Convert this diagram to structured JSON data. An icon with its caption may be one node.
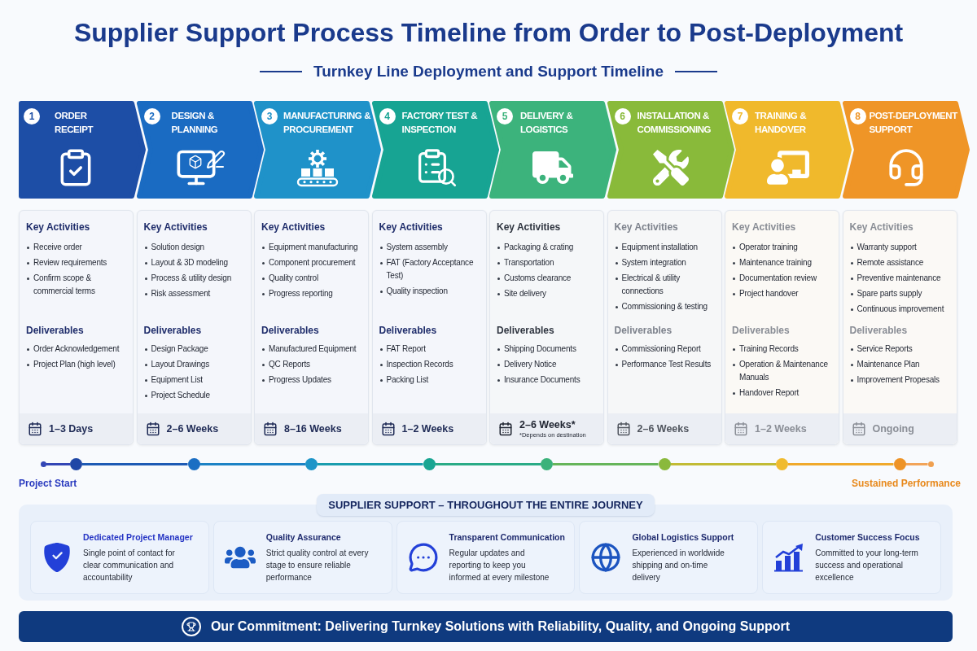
{
  "diagram": {
    "title": "Supplier Support Process Timeline from Order to Post-Deployment",
    "nodes": [
      {
        "text": [
          "1",
          "ORDER RECEIPT"
        ]
      },
      {
        "text": [
          "2",
          "DESIGN & PLANNING"
        ]
      },
      {
        "text": [
          "3",
          "MANUFACTURING & PROCUREMENT"
        ]
      },
      {
        "text": [
          "4",
          "FACTORY TEST & INSPECTION"
        ]
      },
      {
        "text": [
          "5",
          "DELIVERY & LOGISTICS"
        ]
      },
      {
        "text": [
          "6",
          "INSTALLATION & COMMISSIONING"
        ]
      },
      {
        "text": [
          "7",
          "TRAINING & HANDOVER"
        ]
      },
      {
        "text": [
          "8",
          "POST-DEPLOYMENT SUPPORT"
        ]
      },
      {
        "text": [
          "Key Activities",
          "Receive order",
          "Review requirements",
          "Confirm scope & commercial terms",
          "Deliverables",
          "Order Acknowledgement",
          "Project Plan (high level)"
        ]
      },
      {
        "text": [
          "1–3 Days"
        ],
        "in": 8
      },
      {
        "text": [
          "Key Activities",
          "Solution design",
          "Layout & 3D modeling",
          "Process & utility design",
          "Risk assessment",
          "Deliverables",
          "Design Package",
          "Layout Drawings",
          "Equipment List",
          "Project Schedule"
        ]
      },
      {
        "text": [
          "2–6 Weeks"
        ],
        "in": 10
      },
      {
        "text": [
          "Key Activities",
          "Equipment manufacturing",
          "Component procurement",
          "Quality control",
          "Progress reporting",
          "Deliverables",
          "Manufactured Equipment",
          "QC Reports",
          "Progress Updates"
        ]
      },
      {
        "text": [
          "8–16 Weeks"
        ],
        "in": 12
      },
      {
        "text": [
          "Key Activities",
          "System assembly",
          "FAT (Factory Acceptance Test)",
          "Quality inspection",
          "Deliverables",
          "FAT Report",
          "Inspection Records",
          "Packing List"
        ]
      },
      {
        "text": [
          "1–2 Weeks"
        ],
        "in": 14
      },
      {
        "text": [
          "Key Activities",
          "Packaging & crating",
          "Transportation",
          "Customs clearance",
          "Site delivery",
          "Deliverables",
          "Shipping Documents",
          "Delivery Notice",
          "Insurance Documents"
        ]
      },
      {
        "text": [
          "2–6 Weeks*",
          "*Depends on destination"
        ],
        "in": 16
      },
      {
        "text": [
          "Key Activities",
          "Equipment installation",
          "System integration",
          "Electrical & utility connections",
          "Commissioning & testing",
          "Deliverables",
          "Commissioning Report",
          "Performance Test Results"
        ]
      },
      {
        "text": [
          "2–6 Weeks"
        ],
        "in": 18
      },
      {
        "text": [
          "Key Activities",
          "Operator training",
          "Maintenance training",
          "Documentation review",
          "Project handover",
          "Deliverables",
          "Training Records",
          "Operation & Maintenance Manuals",
          "Handover Report"
        ]
      },
      {
        "text": [
          "1–2 Weeks"
        ],
        "in": 20
      },
      {
        "text": [
          "Key Activities",
          "Warranty support",
          "Remote assistance",
          "Preventive maintenance",
          "Spare parts supply",
          "Continuous improvement",
          "Deliverables",
          "Service Reports",
          "Maintenance Plan",
          "Improvement Propesals"
        ]
      },
      {
        "text": [
          "Ongoing"
        ],
        "in": 22
      },
      {
        "text": [],
        "shape": "circle"
      },
      {
        "text": [],
        "shape": "circle"
      },
      {
        "text": [],
        "shape": "circle"
      },
      {
        "text": [],
        "shape": "circle"
      },
      {
        "text": [],
        "shape": "circle"
      },
      {
        "text": [],
        "shape": "circle"
      },
      {
        "text": [],
        "shape": "circle"
      },
      {
        "text": [],
        "shape": "circle"
      },
      {
        "text": [],
        "shape": "circle"
      },
      {
        "text": [],
        "shape": "circle"
      },
      {
        "text": [
          "SUPPLIER SUPPORT – THROUGHOUT THE ENTIRE JOURNEY"
        ]
      },
      {
        "text": [
          "Dedicated Project Manager",
          "Single point of contact for clear communication and accountability"
        ],
        "in": 34
      },
      {
        "text": [
          "Quality Assurance",
          "Strict quality control at every stage to ensure reliable performance"
        ],
        "in": 34
      },
      {
        "text": [
          "Transparent Communication",
          "Regular updates and reporting to keep you informed at every milestone"
        ],
        "in": 34
      },
      {
        "text": [
          "Global Logistics Support",
          "Experienced in worldwide shipping and on-time delivery"
        ],
        "in": 34
      },
      {
        "text": [
          "Customer Success Focus",
          "Committed to your long-term success and operational excellence"
        ],
        "in": 34
      },
      {
        "text": [
          "Our Commitment: Delivering Turnkey Solutions with Reliability, Quality, and Ongoing Support"
        ]
      }
    ],
    "edges": [
      {
        "from": 24,
        "to": 25,
        "arrow": "none",
        "color": "#3346b5"
      },
      {
        "from": 25,
        "to": 26,
        "arrow": "none",
        "color": "#1d5ab4"
      },
      {
        "from": 26,
        "to": 27,
        "arrow": "none",
        "color": "#1c82c5"
      },
      {
        "from": 27,
        "to": 28,
        "arrow": "none",
        "color": "#1a9dae"
      },
      {
        "from": 28,
        "to": 29,
        "arrow": "none",
        "color": "#2aab86"
      },
      {
        "from": 29,
        "to": 30,
        "arrow": "none",
        "color": "#66b55a"
      },
      {
        "from": 30,
        "to": 31,
        "arrow": "none",
        "color": "#c2bb35"
      },
      {
        "from": 31,
        "to": 32,
        "arrow": "none",
        "color": "#f0a92c"
      },
      {
        "from": 32,
        "to": 33,
        "arrow": "none",
        "color": "#f2a459"
      }
    ],
    "labels": [
      "Turnkey Line Deployment and Support Timeline",
      "Project Start",
      "Sustained Performance"
    ]
  }
}
